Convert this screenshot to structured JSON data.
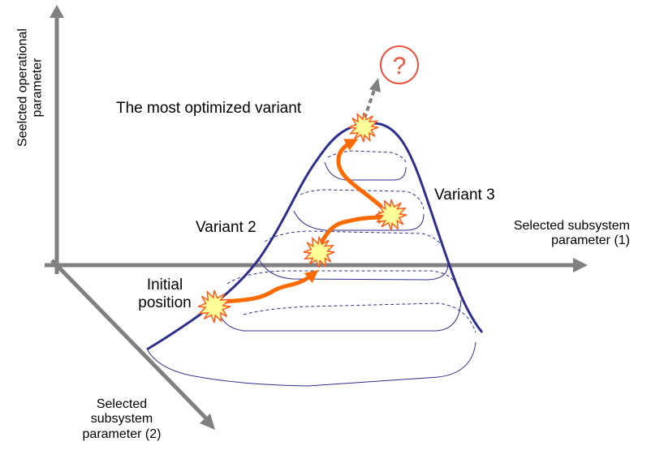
{
  "labels": {
    "y_axis_line1": "Seelcted operational",
    "y_axis_line2": "parameter",
    "x_axis_line1": "Selected subsystem",
    "x_axis_line2": "parameter (1)",
    "z_axis_line1": "Selected",
    "z_axis_line2": "subsystem",
    "z_axis_line3": "parameter (2)",
    "most_optimized": "The most optimized variant",
    "variant2": "Variant 2",
    "variant3": "Variant 3",
    "initial_line1": "Initial",
    "initial_line2": "position",
    "question": "?"
  },
  "colors": {
    "axis": "#808080",
    "mountain": "#2e2e8f",
    "path": "#ff6a00",
    "star_fill": "#ffff99",
    "star_stroke": "#ff5a1f",
    "question": "#e8553a"
  },
  "icons": [
    "star-burst-icon",
    "question-mark-icon",
    "arrow-icon"
  ]
}
